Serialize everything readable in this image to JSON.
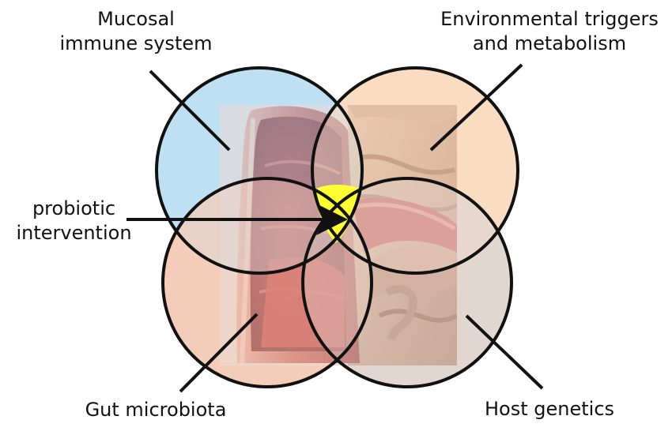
{
  "diagram": {
    "labels": {
      "mucosal": [
        "Mucosal",
        "immune system"
      ],
      "environmental": [
        "Environmental triggers",
        "and metabolism"
      ],
      "probiotic": [
        "probiotic",
        "intervention"
      ],
      "gut": "Gut microbiota",
      "host": "Host genetics"
    },
    "colors": {
      "mucosal_circle": "#bfe0f3",
      "environmental_circle": "#f9dcc2",
      "gut_circle": "#f4cdbb",
      "host_circle": "#e2d6d2",
      "center": "#ffff33",
      "outline": "#111111"
    },
    "background_image": "intestine-illustration"
  }
}
